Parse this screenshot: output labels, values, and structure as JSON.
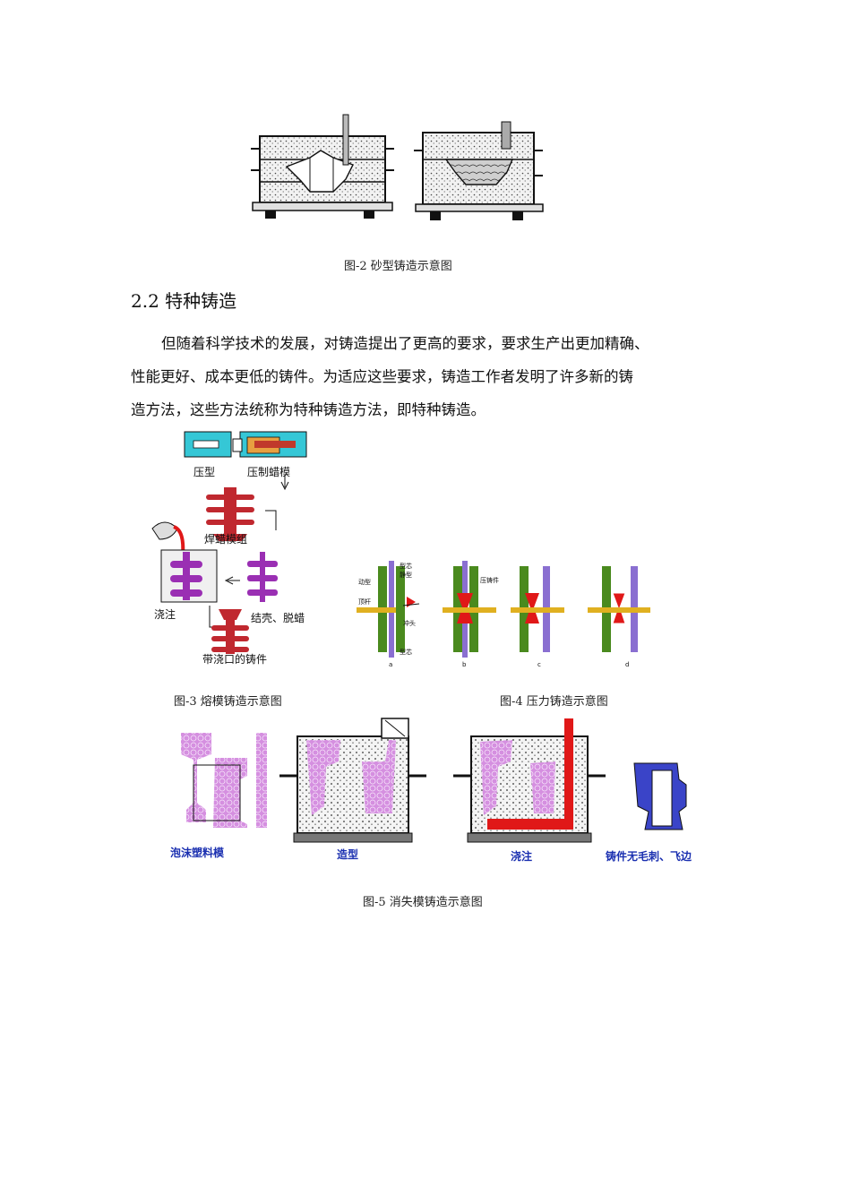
{
  "fig2": {
    "caption": "图-2 砂型铸造示意图"
  },
  "section": {
    "heading": "2.2 特种铸造"
  },
  "paragraph": {
    "lines": [
      "但随着科学技术的发展，对铸造提出了更高的要求，要求生产出更加精确、",
      "性能更好、成本更低的铸件。为适应这些要求，铸造工作者发明了许多新的铸",
      "造方法，这些方法统称为特种铸造方法，即特种铸造。"
    ]
  },
  "fig3": {
    "caption": "图-3 熔模铸造示意图",
    "labels": {
      "mold": "压型",
      "press_wax": "压制蜡模",
      "weld_wax": "焊蜡模组",
      "pour": "浇注",
      "shell": "结壳、脱蜡",
      "casting": "带浇口的铸件"
    }
  },
  "fig4": {
    "caption": "图-4 压力铸造示意图",
    "labels": {
      "moving_die": "动型",
      "fixed_die": "静型",
      "core_top": "型芯",
      "core_bottom": "型芯",
      "ejector": "顶杆",
      "plunger": "冲头",
      "casting": "压铸件",
      "a": "a",
      "b": "b",
      "c": "c",
      "d": "d"
    }
  },
  "fig5": {
    "caption": "图-5 消失模铸造示意图",
    "labels": {
      "foam": "泡沫塑料模",
      "mold": "造型",
      "pour": "浇注",
      "result": "铸件无毛刺、飞边"
    }
  },
  "colors": {
    "wax": "#9a2fb3",
    "metal": "#e01818",
    "foam": "#d58fe0",
    "cast": "#3a44c8",
    "die_green": "#4a8a1e",
    "cyan": "#35c7d6"
  }
}
